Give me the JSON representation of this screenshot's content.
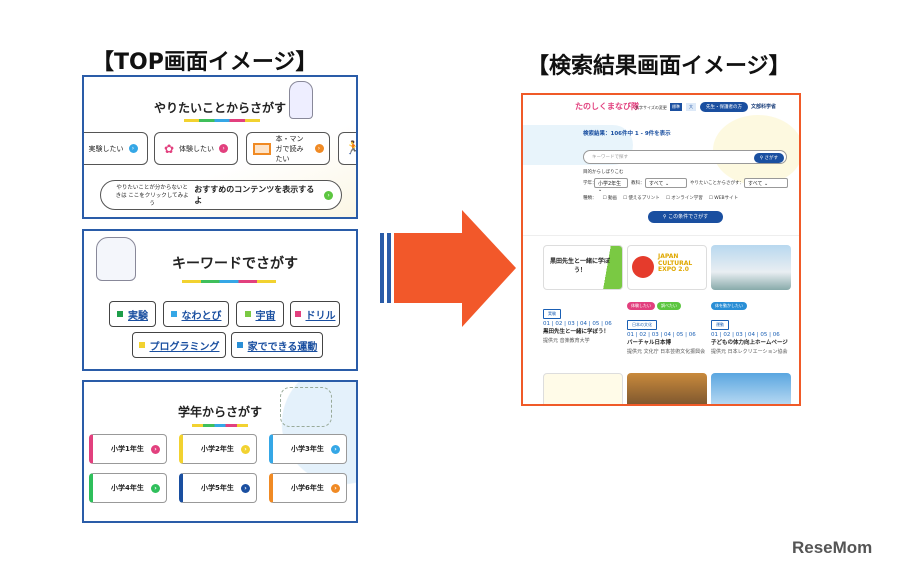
{
  "left_title": "【TOP画面イメージ】",
  "right_title": "【検索結果画面イメージ】",
  "top_page": {
    "section1": {
      "title": "やりたいことからさがす",
      "cards": [
        {
          "label": "実験したい",
          "color": "#35a7e6"
        },
        {
          "label": "体験したい",
          "color": "#e2407e"
        },
        {
          "label": "本・マンガで読みたい",
          "color": "#f08a24"
        }
      ],
      "recommend_hint": "やりたいことが分からないときは ここをクリックしてみよう",
      "recommend_label": "おすすめのコンテンツを表示するよ"
    },
    "section2": {
      "title": "キーワードでさがす",
      "keywords": [
        {
          "label": "実験",
          "color": "#1e9e4a"
        },
        {
          "label": "なわとび",
          "color": "#35a7e6"
        },
        {
          "label": "宇宙",
          "color": "#7ac943"
        },
        {
          "label": "ドリル",
          "color": "#e2407e"
        },
        {
          "label": "プログラミング",
          "color": "#f2d230"
        },
        {
          "label": "家でできる運動",
          "color": "#2a8fd6"
        }
      ]
    },
    "section3": {
      "title": "学年からさがす",
      "grades": [
        {
          "label": "小学1年生",
          "color": "#e2407e"
        },
        {
          "label": "小学2年生",
          "color": "#f2d230"
        },
        {
          "label": "小学3年生",
          "color": "#35a7e6"
        },
        {
          "label": "小学4年生",
          "color": "#2fbf5b"
        },
        {
          "label": "小学5年生",
          "color": "#1a4fa0"
        },
        {
          "label": "小学6年生",
          "color": "#f08a24"
        }
      ]
    }
  },
  "search_page": {
    "logo": "たのしくまなび隊",
    "font_size_label": "文字サイズの変更",
    "size_standard": "標準",
    "size_large": "大",
    "teacher_button": "先生・保護者の方",
    "ministry": "文部科学省",
    "result_text": "検索結果：106件中 1 - 9件を表示",
    "search_placeholder": "キーワードで探す",
    "search_button": "さがす",
    "filter_heading": "目的からしぼりこむ",
    "grade_label": "学年：",
    "grade_value": "小学2年生",
    "subject_label": "教科：",
    "subject_value": "すべて",
    "want_label": "やりたいことからさがす：",
    "want_value": "すべて",
    "type_label": "種類：",
    "types": [
      "動画",
      "使えるプリント",
      "オンライン学習",
      "WEBサイト"
    ],
    "submit_button": "この条件でさがす",
    "cards": [
      {
        "image_text": "黒田先生と一緒に学ぼう！",
        "tags": [],
        "category": "実験",
        "grades": "01 | 02 | 03 | 04 | 05 | 06",
        "title": "黒田先生と一緒に学ぼう！",
        "provider": "提供元 音楽教育大学"
      },
      {
        "image_text": "JAPAN CULTURAL EXPO 2.0",
        "tags": [
          {
            "label": "体験したい",
            "color": "#e2407e"
          },
          {
            "label": "調べたい",
            "color": "#5cc640"
          }
        ],
        "category": "日本の文化",
        "grades": "01 | 02 | 03 | 04 | 05 | 06",
        "title": "バーチャル日本博",
        "provider": "提供元 文化庁 日本芸術文化振興会"
      },
      {
        "image_text": "",
        "tags": [
          {
            "label": "体を動かしたい",
            "color": "#2a8fd6"
          }
        ],
        "category": "運動",
        "grades": "01 | 02 | 03 | 04 | 05 | 06",
        "title": "子どもの体力向上ホームページ",
        "provider": "提供元 日本レクリエーション協会"
      }
    ]
  },
  "watermark": "ReseMom"
}
